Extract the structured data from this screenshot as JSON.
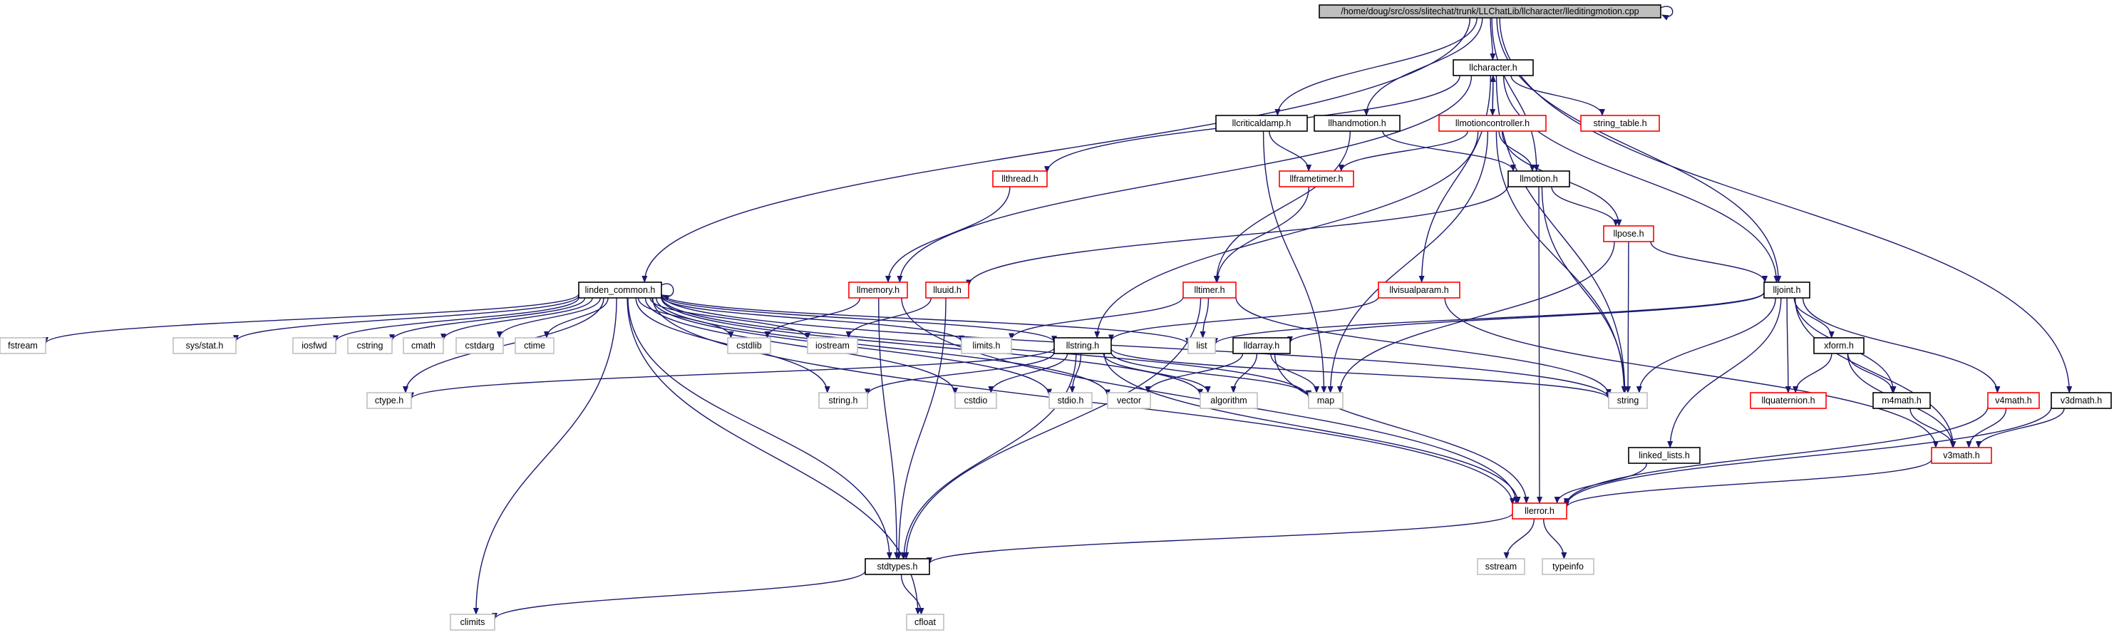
{
  "graph": {
    "colors": {
      "edge": "#191970",
      "border_normal": "#000000",
      "border_truncated": "#ff0000",
      "border_system": "#bfbfbf",
      "fill_root": "#bfbfbf",
      "fill_default": "#ffffff"
    },
    "nodes": [
      {
        "id": "root",
        "label": "/home/doug/src/oss/slitechat/trunk/LLChatLib/llcharacter/lleditingmotion.cpp",
        "kind": "root"
      },
      {
        "id": "llcharacter",
        "label": "llcharacter.h",
        "kind": "normal"
      },
      {
        "id": "llcriticaldamp",
        "label": "llcriticaldamp.h",
        "kind": "normal"
      },
      {
        "id": "llhandmotion",
        "label": "llhandmotion.h",
        "kind": "normal"
      },
      {
        "id": "llmotioncontroller",
        "label": "llmotioncontroller.h",
        "kind": "truncated"
      },
      {
        "id": "string_table",
        "label": "string_table.h",
        "kind": "truncated"
      },
      {
        "id": "llthread",
        "label": "llthread.h",
        "kind": "truncated"
      },
      {
        "id": "llframetimer",
        "label": "llframetimer.h",
        "kind": "truncated"
      },
      {
        "id": "llmotion",
        "label": "llmotion.h",
        "kind": "normal"
      },
      {
        "id": "llpose",
        "label": "llpose.h",
        "kind": "truncated"
      },
      {
        "id": "linden_common",
        "label": "linden_common.h",
        "kind": "normal"
      },
      {
        "id": "llmemory",
        "label": "llmemory.h",
        "kind": "truncated"
      },
      {
        "id": "lluuid",
        "label": "lluuid.h",
        "kind": "truncated"
      },
      {
        "id": "lltimer",
        "label": "lltimer.h",
        "kind": "truncated"
      },
      {
        "id": "llvisualparam",
        "label": "llvisualparam.h",
        "kind": "truncated"
      },
      {
        "id": "lljoint",
        "label": "lljoint.h",
        "kind": "normal"
      },
      {
        "id": "fstream",
        "label": "fstream",
        "kind": "system"
      },
      {
        "id": "sysstat",
        "label": "sys/stat.h",
        "kind": "system"
      },
      {
        "id": "iosfwd",
        "label": "iosfwd",
        "kind": "system"
      },
      {
        "id": "cstring",
        "label": "cstring",
        "kind": "system"
      },
      {
        "id": "cmath",
        "label": "cmath",
        "kind": "system"
      },
      {
        "id": "cstdarg",
        "label": "cstdarg",
        "kind": "system"
      },
      {
        "id": "ctime",
        "label": "ctime",
        "kind": "system"
      },
      {
        "id": "cstdlib",
        "label": "cstdlib",
        "kind": "system"
      },
      {
        "id": "iostream",
        "label": "iostream",
        "kind": "system"
      },
      {
        "id": "limits",
        "label": "limits.h",
        "kind": "system"
      },
      {
        "id": "llstring",
        "label": "llstring.h",
        "kind": "normal"
      },
      {
        "id": "list",
        "label": "list",
        "kind": "system"
      },
      {
        "id": "lldarray",
        "label": "lldarray.h",
        "kind": "normal"
      },
      {
        "id": "xform",
        "label": "xform.h",
        "kind": "normal"
      },
      {
        "id": "ctype",
        "label": "ctype.h",
        "kind": "system"
      },
      {
        "id": "stringh",
        "label": "string.h",
        "kind": "system"
      },
      {
        "id": "cstdio",
        "label": "cstdio",
        "kind": "system"
      },
      {
        "id": "stdio",
        "label": "stdio.h",
        "kind": "system"
      },
      {
        "id": "vector",
        "label": "vector",
        "kind": "system"
      },
      {
        "id": "algorithm",
        "label": "algorithm",
        "kind": "system"
      },
      {
        "id": "map",
        "label": "map",
        "kind": "system"
      },
      {
        "id": "string",
        "label": "string",
        "kind": "system"
      },
      {
        "id": "llquaternion",
        "label": "llquaternion.h",
        "kind": "truncated"
      },
      {
        "id": "m4math",
        "label": "m4math.h",
        "kind": "normal"
      },
      {
        "id": "v4math",
        "label": "v4math.h",
        "kind": "truncated"
      },
      {
        "id": "v3dmath",
        "label": "v3dmath.h",
        "kind": "normal"
      },
      {
        "id": "v3math",
        "label": "v3math.h",
        "kind": "truncated"
      },
      {
        "id": "linked_lists",
        "label": "linked_lists.h",
        "kind": "normal"
      },
      {
        "id": "llerror",
        "label": "llerror.h",
        "kind": "truncated"
      },
      {
        "id": "sstream",
        "label": "sstream",
        "kind": "system"
      },
      {
        "id": "typeinfo",
        "label": "typeinfo",
        "kind": "system"
      },
      {
        "id": "stdtypes",
        "label": "stdtypes.h",
        "kind": "normal"
      },
      {
        "id": "climits",
        "label": "climits",
        "kind": "system"
      },
      {
        "id": "cfloat",
        "label": "cfloat",
        "kind": "system"
      }
    ],
    "edges": [
      [
        "root",
        "root"
      ],
      [
        "root",
        "linden_common"
      ],
      [
        "root",
        "llcharacter"
      ],
      [
        "root",
        "llcriticaldamp"
      ],
      [
        "root",
        "llhandmotion"
      ],
      [
        "root",
        "llmotion"
      ],
      [
        "root",
        "lljoint"
      ],
      [
        "root",
        "v3dmath"
      ],
      [
        "llcharacter",
        "llmotioncontroller"
      ],
      [
        "llcharacter",
        "string_table"
      ],
      [
        "llcharacter",
        "llthread"
      ],
      [
        "llcharacter",
        "llmemory"
      ],
      [
        "llcharacter",
        "llvisualparam"
      ],
      [
        "llcharacter",
        "lljoint"
      ],
      [
        "llcharacter",
        "string"
      ],
      [
        "llmotioncontroller",
        "llcharacter"
      ],
      [
        "llmotioncontroller",
        "llframetimer"
      ],
      [
        "llmotioncontroller",
        "llmotion"
      ],
      [
        "llmotioncontroller",
        "llpose"
      ],
      [
        "llmotioncontroller",
        "llstring"
      ],
      [
        "llmotioncontroller",
        "map"
      ],
      [
        "llmotioncontroller",
        "string"
      ],
      [
        "llcriticaldamp",
        "llframetimer"
      ],
      [
        "llcriticaldamp",
        "map"
      ],
      [
        "llhandmotion",
        "llmotion"
      ],
      [
        "llhandmotion",
        "lltimer"
      ],
      [
        "llthread",
        "llmemory"
      ],
      [
        "llframetimer",
        "lltimer"
      ],
      [
        "llmotion",
        "lluuid"
      ],
      [
        "llmotion",
        "llpose"
      ],
      [
        "llmotion",
        "llerror"
      ],
      [
        "llmotion",
        "string"
      ],
      [
        "llpose",
        "lljoint"
      ],
      [
        "llpose",
        "map"
      ],
      [
        "llpose",
        "string"
      ],
      [
        "llmemory",
        "cstdlib"
      ],
      [
        "llmemory",
        "stdtypes"
      ],
      [
        "llmemory",
        "llerror"
      ],
      [
        "lluuid",
        "iostream"
      ],
      [
        "lluuid",
        "stdtypes"
      ],
      [
        "lltimer",
        "limits"
      ],
      [
        "lltimer",
        "list"
      ],
      [
        "lltimer",
        "stdtypes"
      ],
      [
        "lltimer",
        "string"
      ],
      [
        "llvisualparam",
        "llstring"
      ],
      [
        "llvisualparam",
        "v3math"
      ],
      [
        "lljoint",
        "list"
      ],
      [
        "lljoint",
        "lldarray"
      ],
      [
        "lljoint",
        "xform"
      ],
      [
        "lljoint",
        "string"
      ],
      [
        "lljoint",
        "llquaternion"
      ],
      [
        "lljoint",
        "m4math"
      ],
      [
        "lljoint",
        "v4math"
      ],
      [
        "lljoint",
        "v3math"
      ],
      [
        "lljoint",
        "linked_lists"
      ],
      [
        "linden_common",
        "linden_common"
      ],
      [
        "linden_common",
        "fstream"
      ],
      [
        "linden_common",
        "sysstat"
      ],
      [
        "linden_common",
        "iosfwd"
      ],
      [
        "linden_common",
        "cstring"
      ],
      [
        "linden_common",
        "cmath"
      ],
      [
        "linden_common",
        "cstdarg"
      ],
      [
        "linden_common",
        "ctime"
      ],
      [
        "linden_common",
        "cstdlib"
      ],
      [
        "linden_common",
        "iostream"
      ],
      [
        "linden_common",
        "limits"
      ],
      [
        "linden_common",
        "llstring"
      ],
      [
        "linden_common",
        "list"
      ],
      [
        "linden_common",
        "ctype"
      ],
      [
        "linden_common",
        "stringh"
      ],
      [
        "linden_common",
        "cstdio"
      ],
      [
        "linden_common",
        "stdio"
      ],
      [
        "linden_common",
        "vector"
      ],
      [
        "linden_common",
        "algorithm"
      ],
      [
        "linden_common",
        "map"
      ],
      [
        "linden_common",
        "string"
      ],
      [
        "linden_common",
        "llerror"
      ],
      [
        "linden_common",
        "stdtypes"
      ],
      [
        "linden_common",
        "climits"
      ],
      [
        "linden_common",
        "cfloat"
      ],
      [
        "llstring",
        "ctype"
      ],
      [
        "llstring",
        "stringh"
      ],
      [
        "llstring",
        "cstdio"
      ],
      [
        "llstring",
        "stdio"
      ],
      [
        "llstring",
        "algorithm"
      ],
      [
        "llstring",
        "map"
      ],
      [
        "llstring",
        "string"
      ],
      [
        "llstring",
        "stdtypes"
      ],
      [
        "llstring",
        "llerror"
      ],
      [
        "lldarray",
        "vector"
      ],
      [
        "lldarray",
        "map"
      ],
      [
        "lldarray",
        "algorithm"
      ],
      [
        "lldarray",
        "llerror"
      ],
      [
        "xform",
        "llquaternion"
      ],
      [
        "xform",
        "m4math"
      ],
      [
        "xform",
        "v3math"
      ],
      [
        "m4math",
        "v3math"
      ],
      [
        "v4math",
        "v3math"
      ],
      [
        "v4math",
        "llerror"
      ],
      [
        "v3dmath",
        "v3math"
      ],
      [
        "v3dmath",
        "llerror"
      ],
      [
        "v3math",
        "llerror"
      ],
      [
        "linked_lists",
        "llerror"
      ],
      [
        "llerror",
        "sstream"
      ],
      [
        "llerror",
        "typeinfo"
      ],
      [
        "llerror",
        "stdtypes"
      ],
      [
        "stdtypes",
        "climits"
      ],
      [
        "stdtypes",
        "cfloat"
      ]
    ]
  }
}
